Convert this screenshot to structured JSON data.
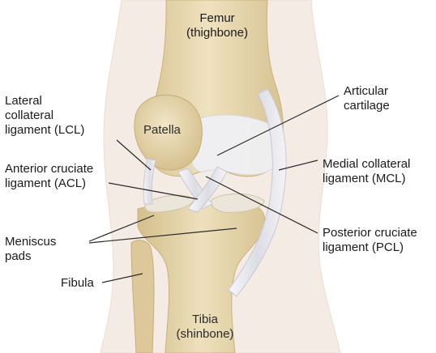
{
  "labels": {
    "femur": "Femur\n(thighbone)",
    "patella": "Patella",
    "lcl": "Lateral\ncollateral\nligament (LCL)",
    "acl": "Anterior cruciate\nligament (ACL)",
    "meniscus": "Meniscus\npads",
    "fibula": "Fibula",
    "tibia": "Tibia\n(shinbone)",
    "articular": "Articular\ncartilage",
    "mcl": "Medial collateral\nligament (MCL)",
    "pcl": "Posterior cruciate\nligament (PCL)"
  },
  "colors": {
    "skin": "#f4ece4",
    "bone": "#eadbb4",
    "bone_shade": "#d6c08e",
    "cartilage": "#f2f2f6",
    "ligament": "#e6e6ec",
    "leader": "#2a2a2a"
  }
}
